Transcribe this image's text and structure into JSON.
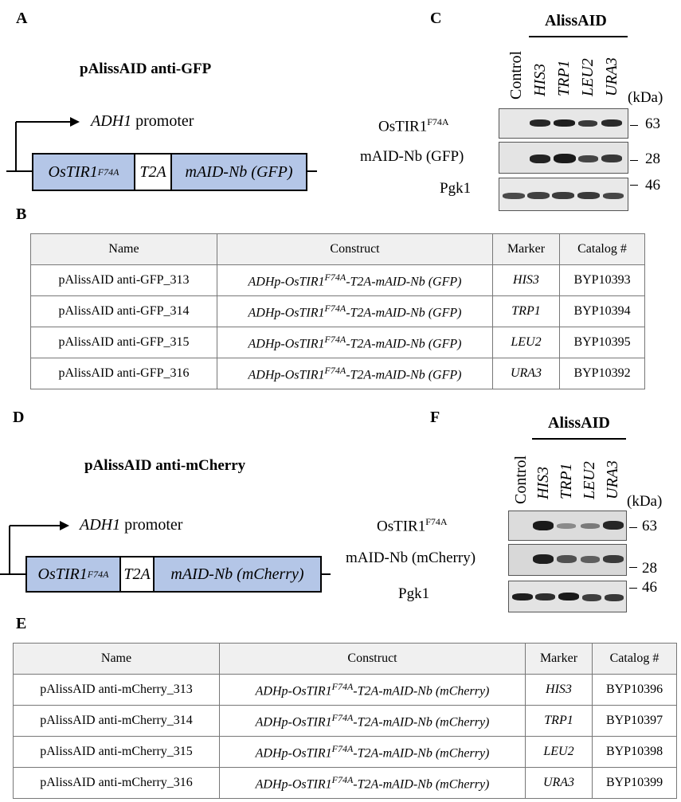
{
  "panels": {
    "A": "A",
    "B": "B",
    "C": "C",
    "D": "D",
    "E": "E",
    "F": "F"
  },
  "gfp_construct": {
    "title": "pAlissAID anti-GFP",
    "promoter_italic": "ADH1",
    "promoter_text": " promoter",
    "gene1": "OsTIR1",
    "gene1_sup": "F74A",
    "linker": "T2A",
    "gene2": "mAID-Nb (GFP)"
  },
  "mcherry_construct": {
    "title": "pAlissAID anti-mCherry",
    "promoter_italic": "ADH1",
    "promoter_text": " promoter",
    "gene1": "OsTIR1",
    "gene1_sup": "F74A",
    "linker": "T2A",
    "gene2": "mAID-Nb (mCherry)"
  },
  "table_gfp": {
    "headers": [
      "Name",
      "Construct",
      "Marker",
      "Catalog #"
    ],
    "rows": [
      {
        "name": "pAlissAID anti-GFP_313",
        "construct_a": "ADHp-OsTIR1",
        "construct_sup": "F74A",
        "construct_b": "-T2A-mAID-Nb (GFP)",
        "marker": "HIS3",
        "catalog": "BYP10393"
      },
      {
        "name": "pAlissAID anti-GFP_314",
        "construct_a": "ADHp-OsTIR1",
        "construct_sup": "F74A",
        "construct_b": "-T2A-mAID-Nb (GFP)",
        "marker": "TRP1",
        "catalog": "BYP10394"
      },
      {
        "name": "pAlissAID anti-GFP_315",
        "construct_a": "ADHp-OsTIR1",
        "construct_sup": "F74A",
        "construct_b": "-T2A-mAID-Nb (GFP)",
        "marker": "LEU2",
        "catalog": "BYP10395"
      },
      {
        "name": "pAlissAID anti-GFP_316",
        "construct_a": "ADHp-OsTIR1",
        "construct_sup": "F74A",
        "construct_b": "-T2A-mAID-Nb (GFP)",
        "marker": "URA3",
        "catalog": "BYP10392"
      }
    ]
  },
  "table_mcherry": {
    "headers": [
      "Name",
      "Construct",
      "Marker",
      "Catalog #"
    ],
    "rows": [
      {
        "name": "pAlissAID anti-mCherry_313",
        "construct_a": "ADHp-OsTIR1",
        "construct_sup": "F74A",
        "construct_b": "-T2A-mAID-Nb (mCherry)",
        "marker": "HIS3",
        "catalog": "BYP10396"
      },
      {
        "name": "pAlissAID anti-mCherry_314",
        "construct_a": "ADHp-OsTIR1",
        "construct_sup": "F74A",
        "construct_b": "-T2A-mAID-Nb (mCherry)",
        "marker": "TRP1",
        "catalog": "BYP10397"
      },
      {
        "name": "pAlissAID anti-mCherry_315",
        "construct_a": "ADHp-OsTIR1",
        "construct_sup": "F74A",
        "construct_b": "-T2A-mAID-Nb (mCherry)",
        "marker": "LEU2",
        "catalog": "BYP10398"
      },
      {
        "name": "pAlissAID anti-mCherry_316",
        "construct_a": "ADHp-OsTIR1",
        "construct_sup": "F74A",
        "construct_b": "-T2A-mAID-Nb (mCherry)",
        "marker": "URA3",
        "catalog": "BYP10399"
      }
    ]
  },
  "blot_gfp": {
    "group_title": "AlissAID",
    "lanes": [
      "Control",
      "HIS3",
      "TRP1",
      "LEU2",
      "URA3"
    ],
    "kda_label": "(kDa)",
    "rows": [
      {
        "label": "OsTIR1",
        "label_sup": "F74A",
        "mw": "63"
      },
      {
        "label": "mAID-Nb (GFP)",
        "label_sup": "",
        "mw": "28"
      },
      {
        "label": "Pgk1",
        "label_sup": "",
        "mw": "46"
      }
    ]
  },
  "blot_mcherry": {
    "group_title": "AlissAID",
    "lanes": [
      "Control",
      "HIS3",
      "TRP1",
      "LEU2",
      "URA3"
    ],
    "kda_label": "(kDa)",
    "rows": [
      {
        "label": "OsTIR1",
        "label_sup": "F74A",
        "mw": "63"
      },
      {
        "label": "mAID-Nb (mCherry)",
        "label_sup": "",
        "mw": "28"
      },
      {
        "label": "Pgk1",
        "label_sup": "",
        "mw": "46"
      }
    ]
  }
}
